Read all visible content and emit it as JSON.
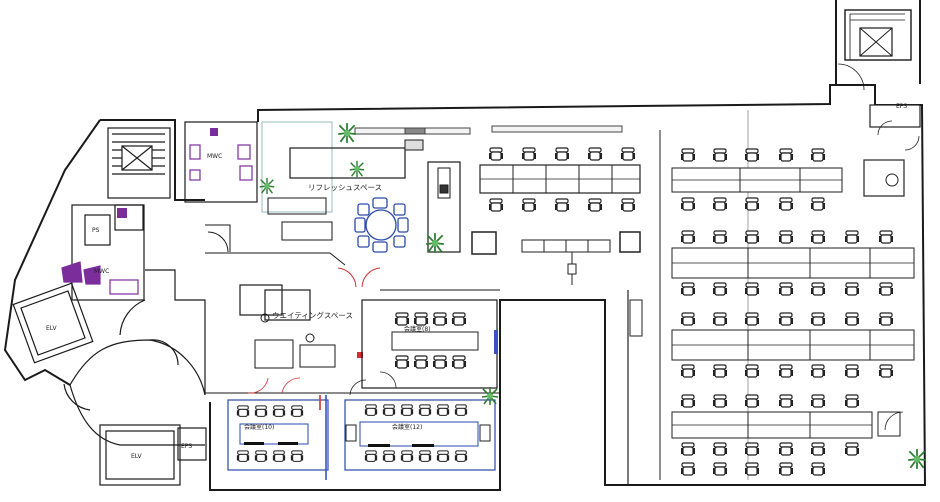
{
  "rooms": {
    "refresh_space": "リフレッシュスペース",
    "waiting_space": "ウエイティングスペース",
    "meeting_8": "会議室(8)",
    "meeting_10": "会議室(10)",
    "meeting_12": "会議室(12)",
    "mwc_upper": "MWC",
    "mwc_lower": "MWC",
    "ps": "PS",
    "eps_top": "EPS",
    "eps_bottom": "EPS",
    "elv_left": "ELV",
    "elv_bottom": "ELV"
  },
  "colors": {
    "wall": "#1a1a1a",
    "chair": "#2b2b2b",
    "plant": "#4caf50",
    "door_red": "#d23030",
    "fixture_purple": "#7b2d9c",
    "partition_blue": "#3a52c9",
    "meeting_blue": "#2a4aa8",
    "glass_teal": "#3e8a8a"
  }
}
